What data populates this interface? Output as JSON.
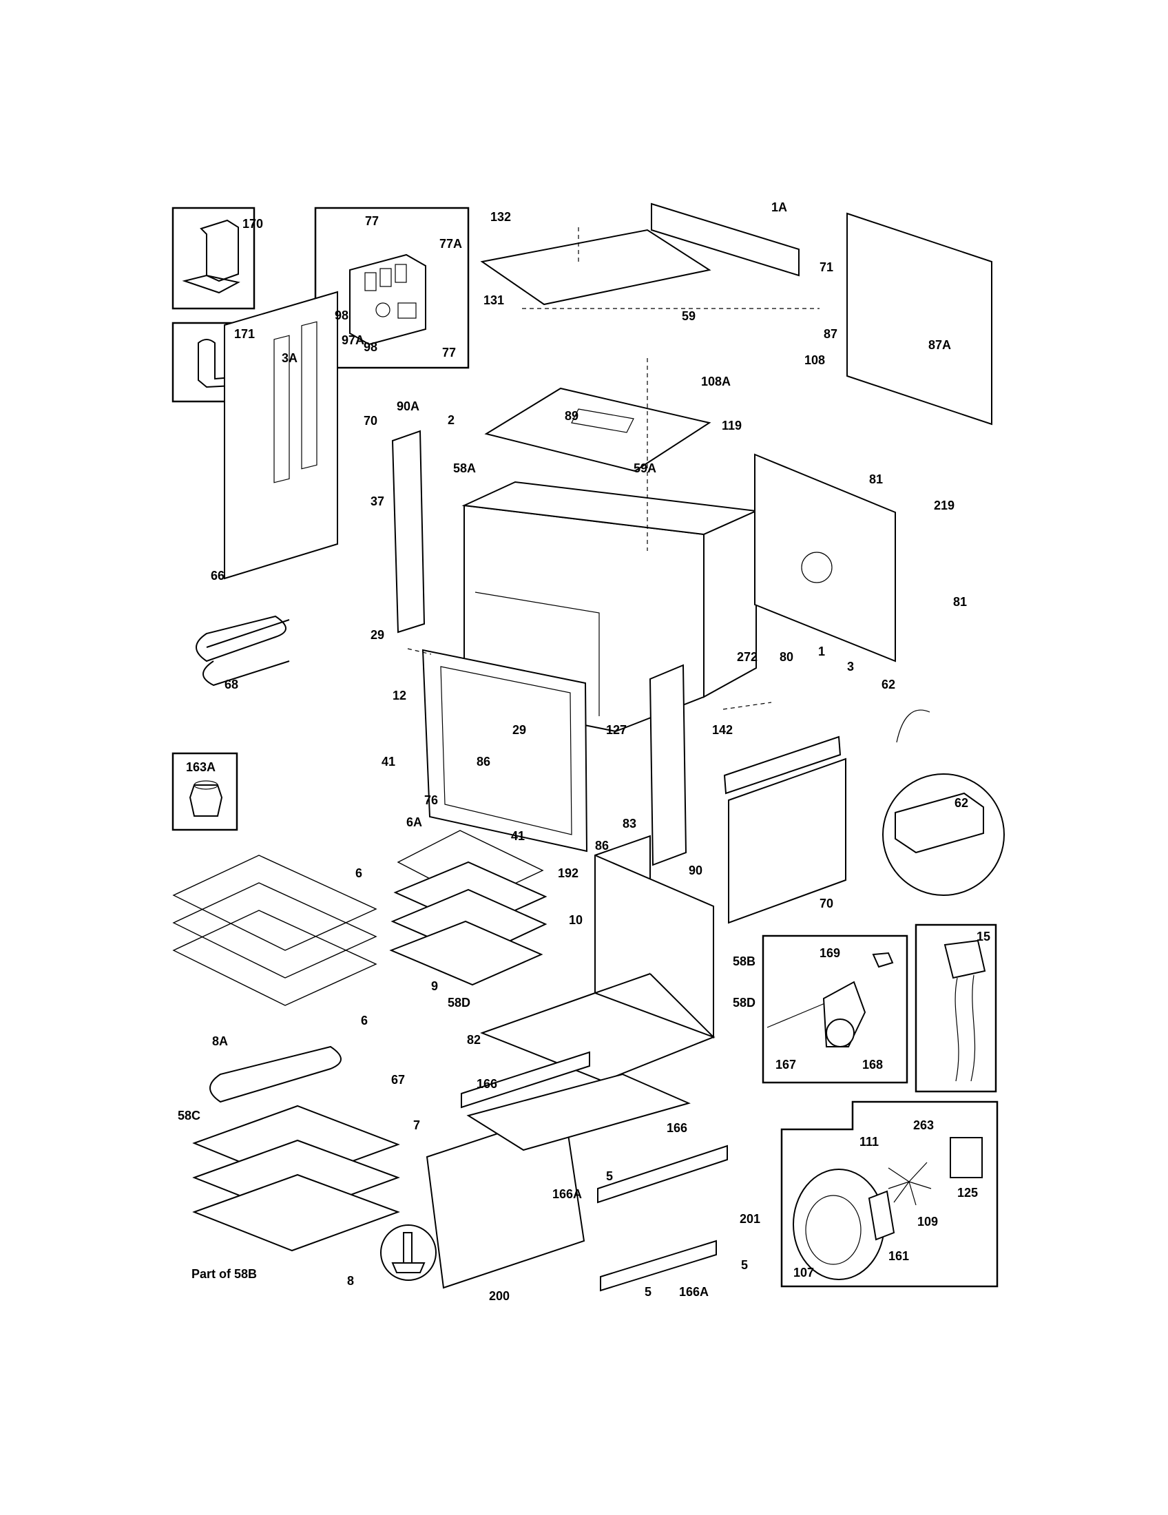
{
  "callouts": [
    {
      "id": "170",
      "text": "170"
    },
    {
      "id": "171",
      "text": "171"
    },
    {
      "id": "77",
      "text": "77"
    },
    {
      "id": "77A",
      "text": "77A"
    },
    {
      "id": "98a",
      "text": "98"
    },
    {
      "id": "97A",
      "text": "97A"
    },
    {
      "id": "98b",
      "text": "98"
    },
    {
      "id": "77b",
      "text": "77"
    },
    {
      "id": "132",
      "text": "132"
    },
    {
      "id": "1A",
      "text": "1A"
    },
    {
      "id": "131",
      "text": "131"
    },
    {
      "id": "71",
      "text": "71"
    },
    {
      "id": "59",
      "text": "59"
    },
    {
      "id": "108",
      "text": "108"
    },
    {
      "id": "87",
      "text": "87"
    },
    {
      "id": "87A",
      "text": "87A"
    },
    {
      "id": "108A",
      "text": "108A"
    },
    {
      "id": "3A",
      "text": "3A"
    },
    {
      "id": "70a",
      "text": "70"
    },
    {
      "id": "90A",
      "text": "90A"
    },
    {
      "id": "2",
      "text": "2"
    },
    {
      "id": "89",
      "text": "89"
    },
    {
      "id": "119",
      "text": "119"
    },
    {
      "id": "59A",
      "text": "59A"
    },
    {
      "id": "58A",
      "text": "58A"
    },
    {
      "id": "81a",
      "text": "81"
    },
    {
      "id": "219",
      "text": "219"
    },
    {
      "id": "37",
      "text": "37"
    },
    {
      "id": "66",
      "text": "66"
    },
    {
      "id": "81b",
      "text": "81"
    },
    {
      "id": "29a",
      "text": "29"
    },
    {
      "id": "272",
      "text": "272"
    },
    {
      "id": "80",
      "text": "80"
    },
    {
      "id": "1",
      "text": "1"
    },
    {
      "id": "12",
      "text": "12"
    },
    {
      "id": "68",
      "text": "68"
    },
    {
      "id": "3",
      "text": "3"
    },
    {
      "id": "62a",
      "text": "62"
    },
    {
      "id": "29b",
      "text": "29"
    },
    {
      "id": "127",
      "text": "127"
    },
    {
      "id": "142",
      "text": "142"
    },
    {
      "id": "41a",
      "text": "41"
    },
    {
      "id": "86a",
      "text": "86"
    },
    {
      "id": "163A",
      "text": "163A"
    },
    {
      "id": "76",
      "text": "76"
    },
    {
      "id": "83",
      "text": "83"
    },
    {
      "id": "62b",
      "text": "62"
    },
    {
      "id": "6A",
      "text": "6A"
    },
    {
      "id": "41b",
      "text": "41"
    },
    {
      "id": "86b",
      "text": "86"
    },
    {
      "id": "6a",
      "text": "6"
    },
    {
      "id": "192",
      "text": "192"
    },
    {
      "id": "90",
      "text": "90"
    },
    {
      "id": "70b",
      "text": "70"
    },
    {
      "id": "10",
      "text": "10"
    },
    {
      "id": "15",
      "text": "15"
    },
    {
      "id": "169",
      "text": "169"
    },
    {
      "id": "58B",
      "text": "58B"
    },
    {
      "id": "9",
      "text": "9"
    },
    {
      "id": "58Da",
      "text": "58D"
    },
    {
      "id": "58Db",
      "text": "58D"
    },
    {
      "id": "6b",
      "text": "6"
    },
    {
      "id": "8A",
      "text": "8A"
    },
    {
      "id": "82",
      "text": "82"
    },
    {
      "id": "167",
      "text": "167"
    },
    {
      "id": "168",
      "text": "168"
    },
    {
      "id": "67",
      "text": "67"
    },
    {
      "id": "166a",
      "text": "166"
    },
    {
      "id": "58C",
      "text": "58C"
    },
    {
      "id": "7",
      "text": "7"
    },
    {
      "id": "166b",
      "text": "166"
    },
    {
      "id": "263",
      "text": "263"
    },
    {
      "id": "111",
      "text": "111"
    },
    {
      "id": "5a",
      "text": "5"
    },
    {
      "id": "125",
      "text": "125"
    },
    {
      "id": "166Aa",
      "text": "166A"
    },
    {
      "id": "201",
      "text": "201"
    },
    {
      "id": "109",
      "text": "109"
    },
    {
      "id": "161",
      "text": "161"
    },
    {
      "id": "5b",
      "text": "5"
    },
    {
      "id": "107",
      "text": "107"
    },
    {
      "id": "part58B",
      "text": "Part of 58B"
    },
    {
      "id": "8",
      "text": "8"
    },
    {
      "id": "200",
      "text": "200"
    },
    {
      "id": "5c",
      "text": "5"
    },
    {
      "id": "166Ab",
      "text": "166A"
    }
  ]
}
